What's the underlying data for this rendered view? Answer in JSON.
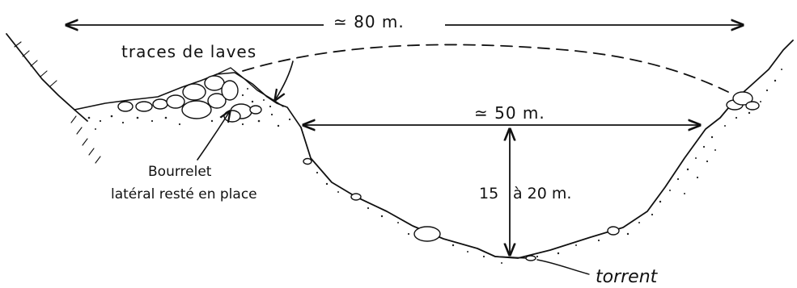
{
  "labels": {
    "total_width": "≃ 80 m.",
    "inner_width": "≃ 50 m.",
    "depth_prefix": "15",
    "depth_suffix": "à 20 m.",
    "lava_traces": "traces de laves",
    "bourrelet_line1": "Bourrelet",
    "bourrelet_line2": "latéral resté en place",
    "stream": "torrent"
  },
  "icons": {
    "arrow": "double-headed-arrow",
    "pebble": "ellipse-stone"
  }
}
